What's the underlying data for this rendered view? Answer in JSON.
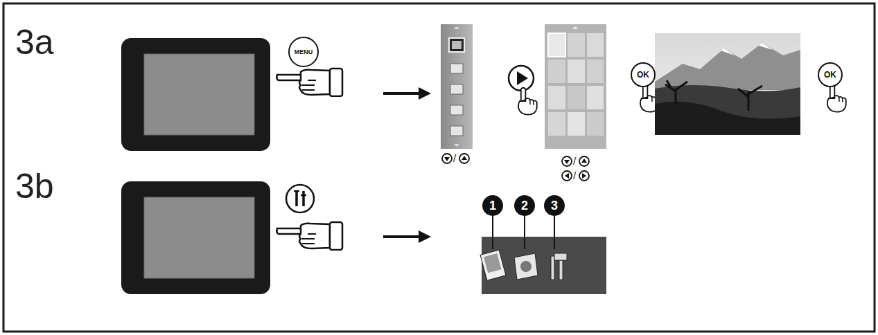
{
  "diagram": {
    "nodes": [
      {
        "text": [
          "MENU"
        ]
      },
      {
        "text": [
          "OK"
        ]
      },
      {
        "text": [
          "OK"
        ]
      },
      {
        "text": [
          "1"
        ]
      },
      {
        "text": [
          "2"
        ]
      },
      {
        "text": [
          "3"
        ]
      }
    ],
    "labels": [
      "3a",
      "3b",
      "/",
      "/",
      "/"
    ]
  }
}
